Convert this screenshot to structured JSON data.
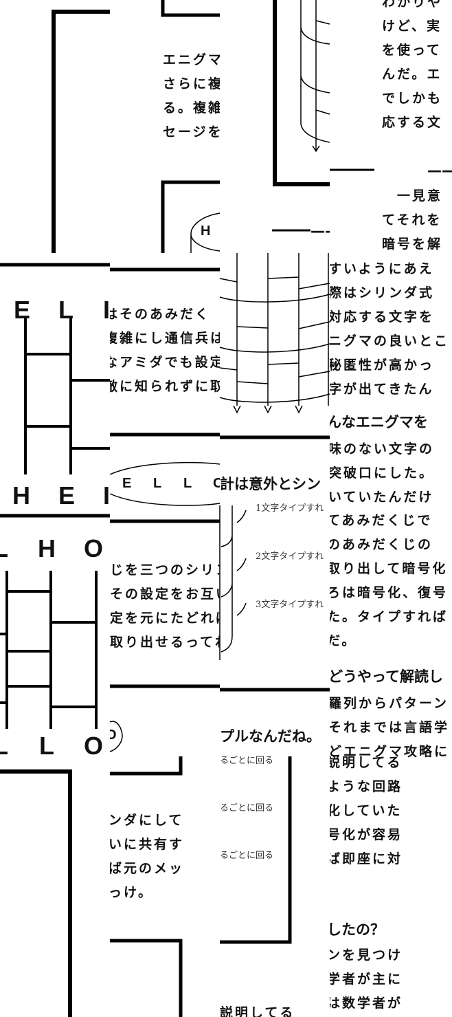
{
  "col2": {
    "block_a": [
      "エニグマ",
      "さらに複",
      "る。複雑",
      "セージを"
    ],
    "block_b": [
      "はそのあみだく",
      "複雑にし通信兵は",
      "なアミダでも設定",
      "敵に知られずに取"
    ],
    "block_c": [
      "じを三つのシリン",
      "その設定をお互い",
      "定を元にたどれば",
      "取り出せるってわ"
    ],
    "block_d": [
      "ンダにして",
      "いに共有す",
      "ば元のメッ",
      "っけ。"
    ],
    "cyl_top_letter": "H",
    "cyl_mid_letters": [
      "E",
      "L",
      "L",
      "O"
    ],
    "cyl_bottom_letter": "O"
  },
  "col1": {
    "ladder1_top": [
      "E",
      "L",
      "I"
    ],
    "ladder1_bottom": [
      "H",
      "E",
      "I"
    ],
    "ladder2_top": [
      "L",
      "H",
      "O"
    ],
    "ladder2_bottom": [
      "L",
      "L",
      "O"
    ]
  },
  "col3": {
    "heading_a": "——設",
    "heading_b": "計は意外とシン",
    "heading_c": "プルなんだね。",
    "captions_a": [
      "1文字タイプすれ",
      "2文字タイプすれ",
      "3文字タイプすれ"
    ],
    "captions_b": [
      "るごとに回る",
      "るごとに回る",
      "るごとに回る"
    ],
    "footer": "説明してる"
  },
  "col4": {
    "block_a": [
      "わかりや",
      "けど、実",
      "を使って",
      "んだ。エ",
      "でしかも",
      "応する文"
    ],
    "heading_a": "——そ",
    "block_b": [
      "　一見意",
      "てそれを",
      "暗号を解"
    ],
    "block_c": [
      "すいようにあえ",
      "際はシリンダ式",
      "対応する文字を",
      "ニグマの良いとこ",
      "秘匿性が高かっ",
      "字が出てきたん"
    ],
    "heading_b": "んなエニグマを",
    "block_d": [
      "味のない文字の",
      "突破口にした。",
      "いていたんだけ"
    ],
    "block_e": [
      "てあみだくじで",
      "のあみだくじの",
      "取り出して暗号化",
      "ろは暗号化、復号",
      "た。タイプすれば",
      "だ。"
    ],
    "heading_c": "どうやって解読し",
    "block_f": [
      "羅列からパターン",
      "それまでは言語学",
      "どエニグマ攻略に"
    ],
    "block_g": [
      "説明してる",
      "ような回路",
      "化していた",
      "号化が容易",
      "ば即座に対"
    ],
    "heading_d": "したの？",
    "block_h": [
      "ンを見つけ",
      "学者が主に",
      "は数学者が"
    ]
  }
}
